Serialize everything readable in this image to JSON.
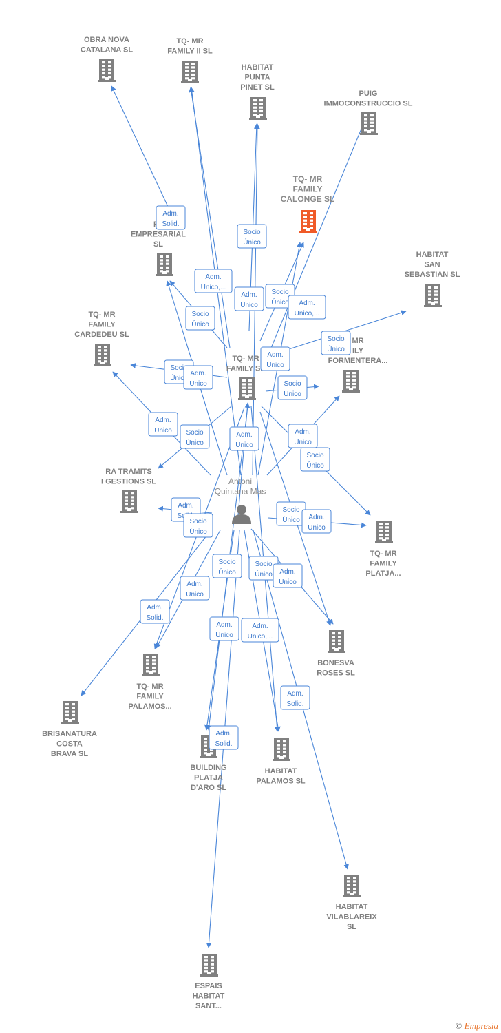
{
  "colors": {
    "edge": "#4a86d8",
    "building": "#808080",
    "highlight": "#f05a28",
    "text": "#7f7f7f"
  },
  "center": {
    "name": [
      "Antoni",
      "Quintana Mas"
    ],
    "icon": "person-icon"
  },
  "hub": {
    "name": [
      "TQ- MR",
      "FAMILY SL"
    ]
  },
  "nodes": [
    {
      "id": "obra",
      "lines": [
        "OBRA NOVA",
        "CATALANA SL"
      ]
    },
    {
      "id": "family2",
      "lines": [
        "TQ- MR",
        "FAMILY II  SL"
      ]
    },
    {
      "id": "punta",
      "lines": [
        "HABITAT",
        "PUNTA",
        "PINET  SL"
      ]
    },
    {
      "id": "puig",
      "lines": [
        "PUIG",
        "IMMOCONSTRUCCIO SL"
      ]
    },
    {
      "id": "calonge",
      "lines": [
        "TQ- MR",
        "FAMILY",
        "CALONGE  SL"
      ],
      "highlight": true
    },
    {
      "id": "empresarial",
      "lines": [
        "FE",
        "EMPRESARIAL",
        "SL"
      ]
    },
    {
      "id": "sebastian",
      "lines": [
        "HABITAT",
        "SAN",
        "SEBASTIAN  SL"
      ]
    },
    {
      "id": "cardedeu",
      "lines": [
        "TQ- MR",
        "FAMILY",
        "CARDEDEU  SL"
      ]
    },
    {
      "id": "formentera",
      "lines": [
        "MR",
        "ILY",
        "FORMENTERA..."
      ]
    },
    {
      "id": "tramits",
      "lines": [
        "RA TRAMITS",
        "I GESTIONS  SL"
      ]
    },
    {
      "id": "platja",
      "lines": [
        "TQ- MR",
        "FAMILY",
        "PLATJA..."
      ]
    },
    {
      "id": "bonesva",
      "lines": [
        "BONESVA",
        "ROSES  SL"
      ]
    },
    {
      "id": "palamos_f",
      "lines": [
        "TQ- MR",
        "FAMILY",
        "PALAMOS..."
      ]
    },
    {
      "id": "brisa",
      "lines": [
        "BRISANATURA",
        "COSTA",
        "BRAVA  SL"
      ]
    },
    {
      "id": "building",
      "lines": [
        "BUILDING",
        "PLATJA",
        "D'ARO  SL"
      ]
    },
    {
      "id": "hpalamos",
      "lines": [
        "HABITAT",
        "PALAMOS  SL"
      ]
    },
    {
      "id": "vilab",
      "lines": [
        "HABITAT",
        "VILABLAREIX",
        "SL"
      ]
    },
    {
      "id": "espais",
      "lines": [
        "ESPAIS",
        "HABITAT",
        "SANT..."
      ]
    }
  ],
  "edge_labels": [
    [
      "Adm.",
      "Solid."
    ],
    [
      "Socio",
      "Único"
    ],
    [
      "Adm.",
      "Unico,..."
    ],
    [
      "Adm.",
      "Unico"
    ],
    [
      "Socio",
      "Único"
    ],
    [
      "Adm.",
      "Unico,..."
    ],
    [
      "Socio",
      "Único"
    ],
    [
      "Socio",
      "Único"
    ],
    [
      "Adm.",
      "Unico"
    ],
    [
      "Socio",
      "Único"
    ],
    [
      "Adm.",
      "Unico"
    ],
    [
      "Socio",
      "Único"
    ],
    [
      "Adm.",
      "Unico"
    ],
    [
      "Socio",
      "Único"
    ],
    [
      "Adm.",
      "Unico"
    ],
    [
      "Adm.",
      "Unico"
    ],
    [
      "Socio",
      "Único"
    ],
    [
      "Adm.",
      "Solid."
    ],
    [
      "Socio",
      "Único"
    ],
    [
      "Socio",
      "Único"
    ],
    [
      "Adm.",
      "Unico"
    ],
    [
      "Socio",
      "Único"
    ],
    [
      "Socio",
      "Único"
    ],
    [
      "Adm.",
      "Unico"
    ],
    [
      "Adm.",
      "Unico"
    ],
    [
      "Adm.",
      "Solid."
    ],
    [
      "Adm.",
      "Unico"
    ],
    [
      "Adm.",
      "Unico,..."
    ],
    [
      "Adm.",
      "Solid."
    ],
    [
      "Adm.",
      "Solid."
    ]
  ],
  "copyright": {
    "symbol": "©",
    "brand": "Empresia"
  }
}
